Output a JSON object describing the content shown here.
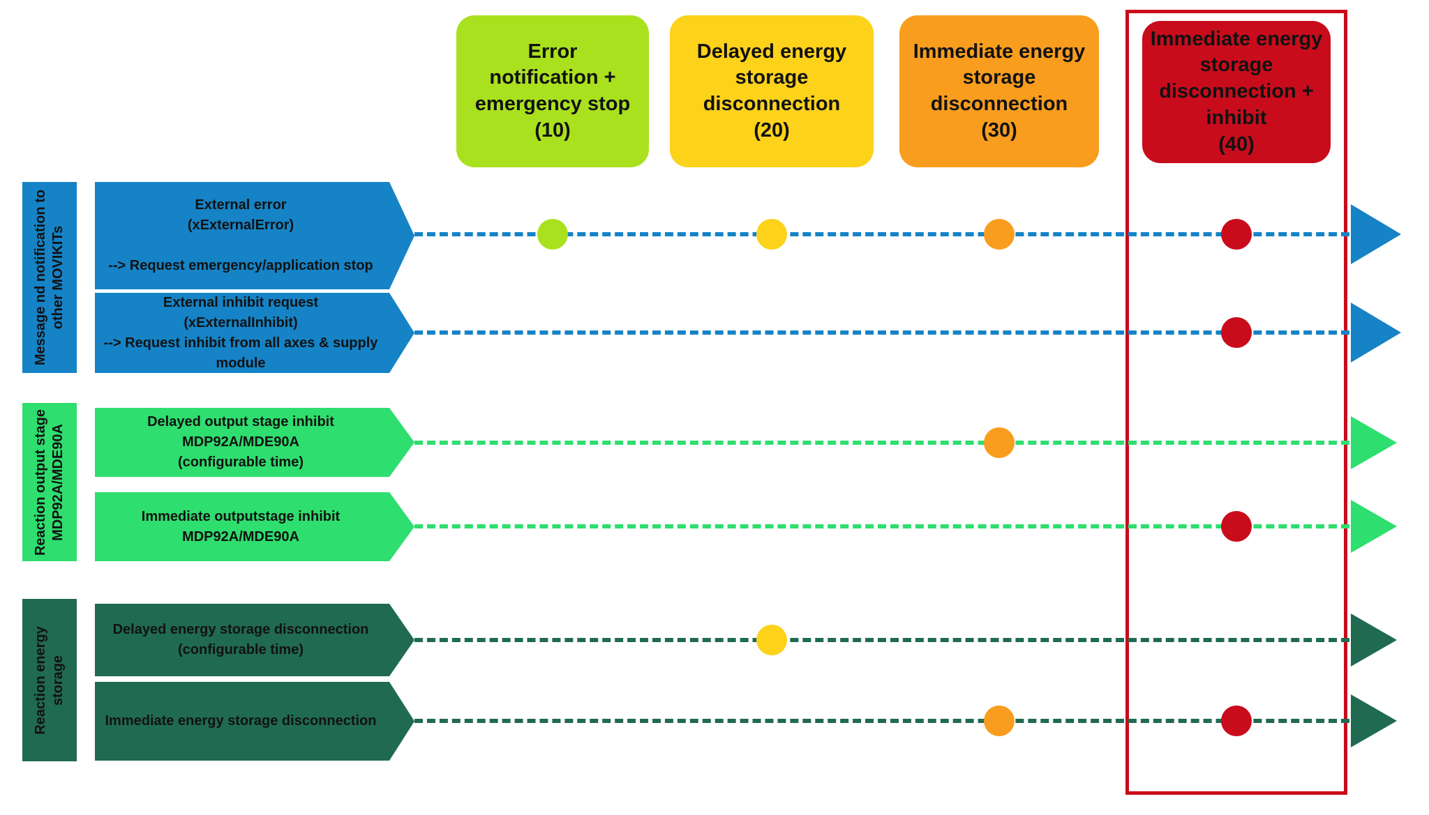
{
  "columns": [
    {
      "id": "level10",
      "label": "Error\nnotification +\nemergency stop\n(10)",
      "color": "#aae11e"
    },
    {
      "id": "level20",
      "label": "Delayed energy\nstorage\ndisconnection\n(20)",
      "color": "#fcd21b"
    },
    {
      "id": "level30",
      "label": "Immediate energy\nstorage\ndisconnection\n(30)",
      "color": "#f99d1f"
    },
    {
      "id": "level40",
      "label": "Immediate energy\nstorage\ndisconnection +\ninhibit\n(40)",
      "color": "#c80c1c"
    }
  ],
  "highlight": {
    "column": "level40",
    "color": "#c80c1c"
  },
  "groups": [
    {
      "label": "Message nd notification to\nother MOVIKITs",
      "color": "#1583c6"
    },
    {
      "label": "Reaction output stage\nMDP92A/MDE90A",
      "color": "#2ede6e"
    },
    {
      "label": "Reaction energy\nstorage",
      "color": "#206a52"
    }
  ],
  "rows": [
    {
      "group": 0,
      "label": "External error\n(xExternalError)\n\n--> Request emergency/application stop",
      "dots": [
        "level10",
        "level20",
        "level30",
        "level40"
      ]
    },
    {
      "group": 0,
      "label": "External inhibit request\n(xExternalInhibit)\n--> Request inhibit from all axes & supply\nmodule",
      "dots": [
        "level40"
      ]
    },
    {
      "group": 1,
      "label": "Delayed output stage inhibit\nMDP92A/MDE90A\n(configurable time)",
      "dots": [
        "level30"
      ]
    },
    {
      "group": 1,
      "label": "Immediate outputstage inhibit\nMDP92A/MDE90A",
      "dots": [
        "level40"
      ]
    },
    {
      "group": 2,
      "label": "Delayed energy storage disconnection\n(configurable time)",
      "dots": [
        "level20"
      ]
    },
    {
      "group": 2,
      "label": "Immediate energy storage disconnection",
      "dots": [
        "level30",
        "level40"
      ]
    }
  ]
}
